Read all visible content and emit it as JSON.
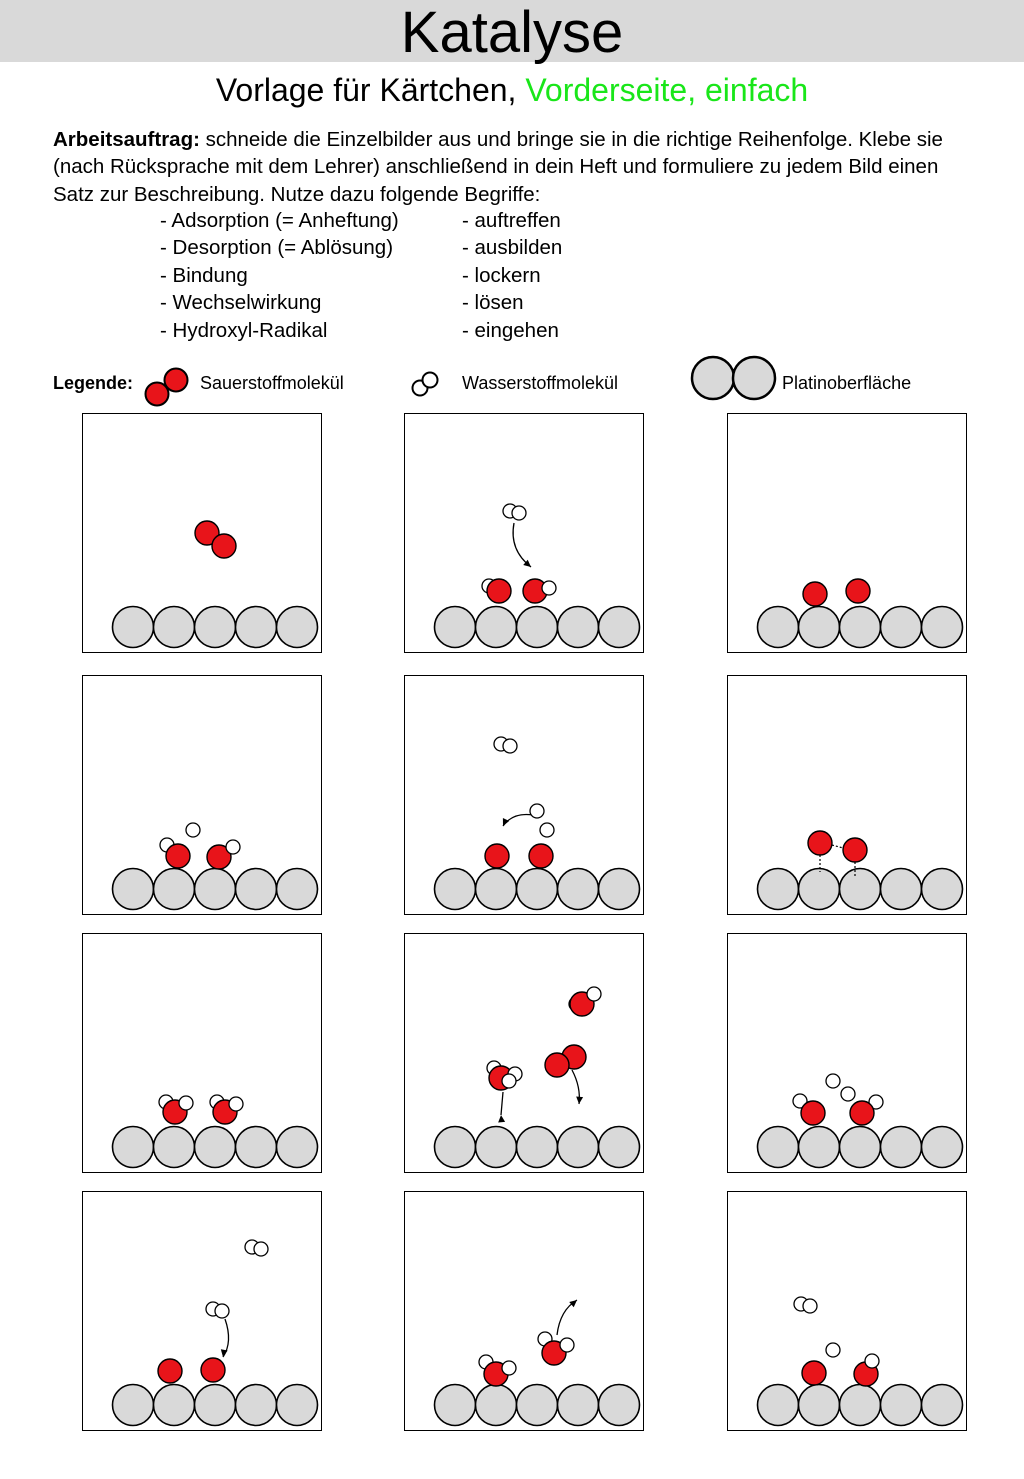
{
  "header": {
    "title": "Katalyse",
    "subtitle_main": "Vorlage für Kärtchen, ",
    "subtitle_highlight": "Vorderseite, einfach",
    "highlight_color": "#19e619"
  },
  "task": {
    "label": "Arbeitsauftrag:",
    "text": " schneide die Einzelbilder aus und bringe sie in die richtige Reihenfolge. Klebe sie (nach Rücksprache mit dem Lehrer) anschließend in dein Heft und formuliere zu jedem Bild einen Satz zur Beschreibung. Nutze dazu folgende Begriffe:",
    "terms_left": [
      "- Adsorption (= Anheftung)",
      "- Desorption (= Ablösung)",
      "- Bindung",
      "- Wechselwirkung",
      "- Hydroxyl-Radikal"
    ],
    "terms_right": [
      "- auftreffen",
      "- ausbilden",
      "- lockern",
      "- lösen",
      "- eingehen"
    ]
  },
  "legend": {
    "label": "Legende:",
    "oxygen": "Sauerstoffmolekül",
    "hydrogen": "Wasserstoffmolekül",
    "platinum": "Platinoberfläche"
  },
  "colors": {
    "oxygen": "#e8141a",
    "hydrogen": "#ffffff",
    "platinum": "#d9d9d9",
    "outline": "#000000"
  }
}
